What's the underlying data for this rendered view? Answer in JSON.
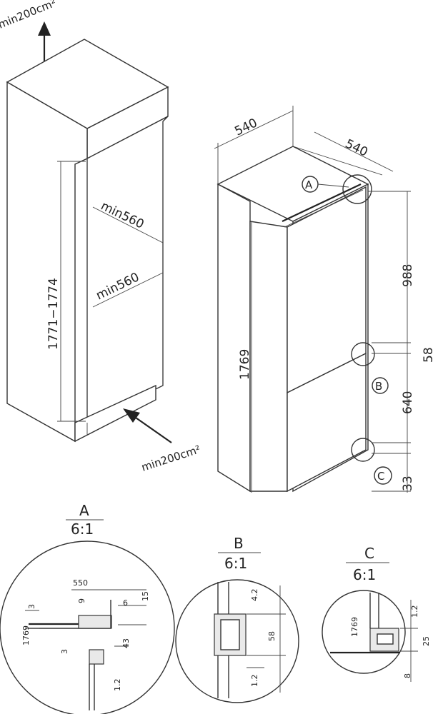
{
  "cabinet": {
    "min_vent_top": "min200cm²",
    "min_vent_bottom": "min200cm²",
    "height_range": "1771−1774",
    "min_width_1": "min560",
    "min_width_2": "min560"
  },
  "fridge": {
    "width": "540",
    "depth": "540",
    "height": "1769",
    "upper_door": "988",
    "gap": "58",
    "lower_door": "640",
    "bottom": "33",
    "callouts": [
      "A",
      "B",
      "C"
    ]
  },
  "details": {
    "A": {
      "letter": "A",
      "scale": "6:1",
      "labels": [
        "550",
        "9",
        "6",
        "15",
        "3",
        "1769",
        "3",
        "43",
        "1.2"
      ]
    },
    "B": {
      "letter": "B",
      "scale": "6:1",
      "labels": [
        "4.2",
        "58",
        "1.2"
      ]
    },
    "C": {
      "letter": "C",
      "scale": "6:1",
      "labels": [
        "1769",
        "1.2",
        "25",
        "8"
      ]
    }
  }
}
